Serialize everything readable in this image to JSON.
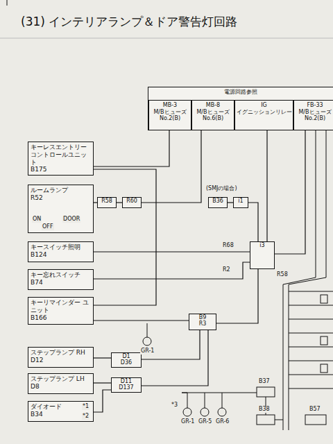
{
  "diagram": {
    "title": "(31) インテリアランプ＆ドア警告灯回路",
    "nodes": [
      {
        "text": [
          "電源回路参照"
        ]
      },
      {
        "text": [
          "MB-3",
          "M/Bヒューズ No.2(B)"
        ],
        "in": 0
      },
      {
        "text": [
          "MB-8",
          "M/Bヒューズ No.6(B)"
        ],
        "in": 0
      },
      {
        "text": [
          "IG",
          "イグニッションリレー"
        ],
        "in": 0
      },
      {
        "text": [
          "FB-33",
          "M/Bヒューズ No.2(B)"
        ],
        "in": 0
      },
      {
        "text": [
          "キーレスエントリー コントロールユニット",
          "B175"
        ]
      },
      {
        "text": [
          "ルームランプ",
          "R52"
        ]
      },
      {
        "text": [
          "R58"
        ]
      },
      {
        "text": [
          "R60"
        ]
      },
      {
        "text": [
          "キースイッチ照明",
          "B124"
        ]
      },
      {
        "text": [
          "キー忘れスイッチ",
          "B74"
        ]
      },
      {
        "text": [
          "キーリマインダー ユニット",
          "B166"
        ]
      },
      {
        "text": [
          "B36"
        ]
      },
      {
        "text": [
          "i1"
        ]
      },
      {
        "text": [
          "i3"
        ]
      },
      {
        "text": [
          "B9",
          "R3"
        ]
      },
      {
        "text": [
          "ステップランプ RH",
          "D12"
        ]
      },
      {
        "text": [
          "ステップランプ LH",
          "D8"
        ]
      },
      {
        "text": [
          "D1",
          "D36"
        ]
      },
      {
        "text": [
          "D11",
          "D137"
        ]
      },
      {
        "text": [
          "ダイオード",
          "B34"
        ]
      }
    ],
    "edges": [
      {
        "from": 5,
        "to": 1,
        "arrow": "none"
      },
      {
        "from": 6,
        "to": 7,
        "arrow": "none"
      },
      {
        "from": 7,
        "to": 8,
        "arrow": "none"
      },
      {
        "from": 8,
        "to": 2,
        "arrow": "none"
      },
      {
        "from": 12,
        "to": 13,
        "arrow": "none"
      },
      {
        "from": 13,
        "to": 14,
        "arrow": "none"
      },
      {
        "from": 3,
        "to": 14,
        "arrow": "none"
      },
      {
        "from": 4,
        "to": 14,
        "arrow": "none"
      },
      {
        "from": 9,
        "to": 14,
        "arrow": "none"
      },
      {
        "from": 10,
        "to": 14,
        "arrow": "none"
      },
      {
        "from": 11,
        "to": 15,
        "arrow": "none"
      },
      {
        "from": 15,
        "to": 14,
        "arrow": "none"
      },
      {
        "from": 16,
        "to": 18,
        "arrow": "none"
      },
      {
        "from": 17,
        "to": 19,
        "arrow": "none"
      },
      {
        "from": 18,
        "to": 15,
        "arrow": "none"
      },
      {
        "from": 19,
        "to": 15,
        "arrow": "none"
      },
      {
        "from": 20,
        "to": 19,
        "arrow": "none"
      },
      {
        "from": 5,
        "to": 11,
        "arrow": "none"
      }
    ],
    "labels": [
      "ON",
      "DOOR",
      "OFF",
      "(SMJの場合)",
      "R68",
      "R2",
      "R58",
      "GR-1",
      "*1",
      "*2",
      "*3",
      "GR-1",
      "GR-5",
      "GR-6",
      "B37",
      "B38",
      "B57"
    ]
  }
}
